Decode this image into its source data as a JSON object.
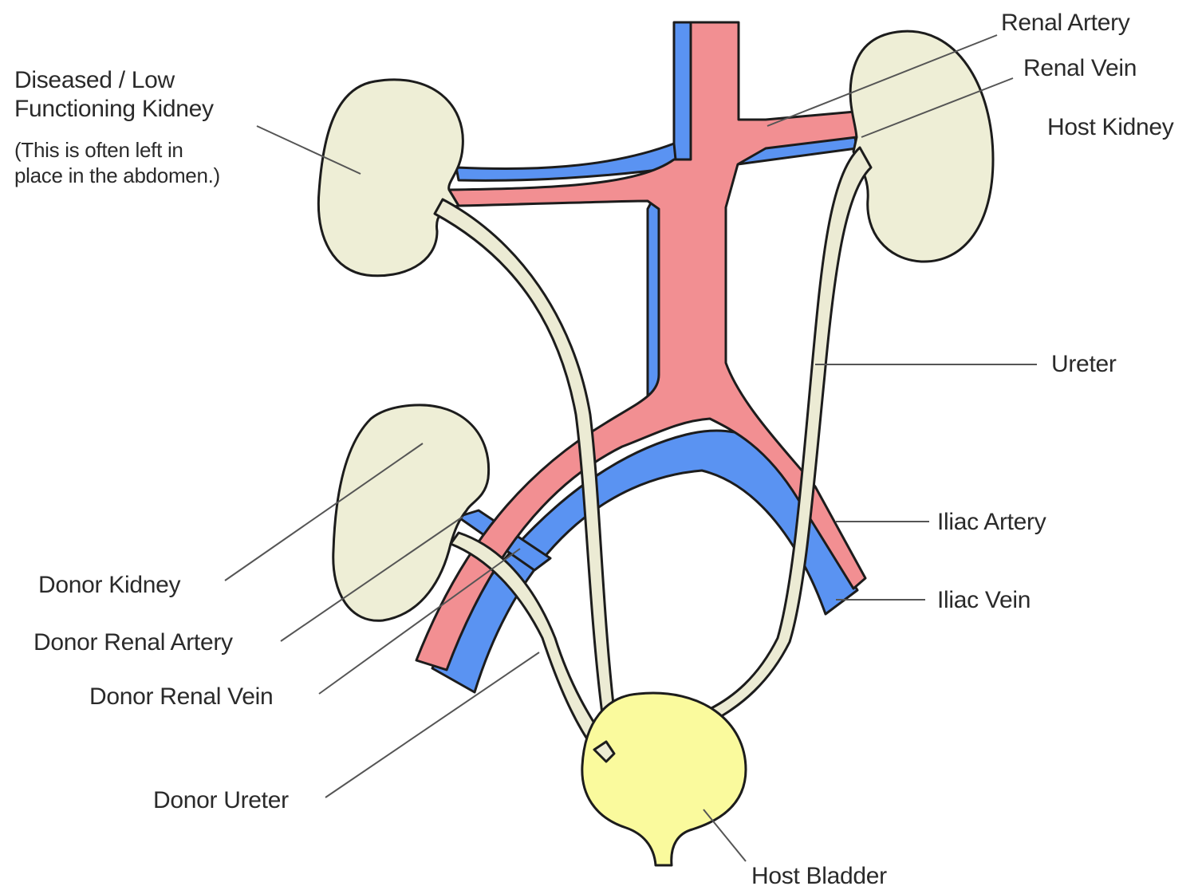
{
  "colors": {
    "artery": "#f28f92",
    "vein": "#5a93f2",
    "kidney": "#eeeed6",
    "ureter": "#ecebd4",
    "bladder": "#fafa9d",
    "outline": "#1c1c1c",
    "leader": "#555555"
  },
  "labels": {
    "diseased_kidney_line1": "Diseased / Low",
    "diseased_kidney_line2": "Functioning Kidney",
    "diseased_note_line1": "(This is often left in",
    "diseased_note_line2": "place in the abdomen.)",
    "renal_artery": "Renal Artery",
    "renal_vein": "Renal Vein",
    "host_kidney": "Host Kidney",
    "ureter": "Ureter",
    "iliac_artery": "Iliac Artery",
    "iliac_vein": "Iliac Vein",
    "donor_kidney": "Donor Kidney",
    "donor_renal_artery": "Donor Renal Artery",
    "donor_renal_vein": "Donor Renal Vein",
    "donor_ureter": "Donor Ureter",
    "host_bladder": "Host Bladder"
  }
}
